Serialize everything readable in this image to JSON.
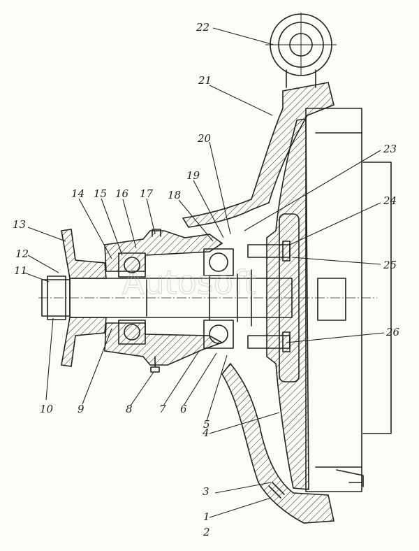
{
  "watermark": "Autosoft",
  "callouts": [
    "1",
    "2",
    "3",
    "4",
    "5",
    "6",
    "7",
    "8",
    "9",
    "10",
    "11",
    "12",
    "13",
    "14",
    "15",
    "16",
    "17",
    "18",
    "19",
    "20",
    "21",
    "22",
    "23",
    "24",
    "25",
    "26"
  ],
  "colors": {
    "ink": "#222222",
    "paper": "#fbfbf9"
  }
}
